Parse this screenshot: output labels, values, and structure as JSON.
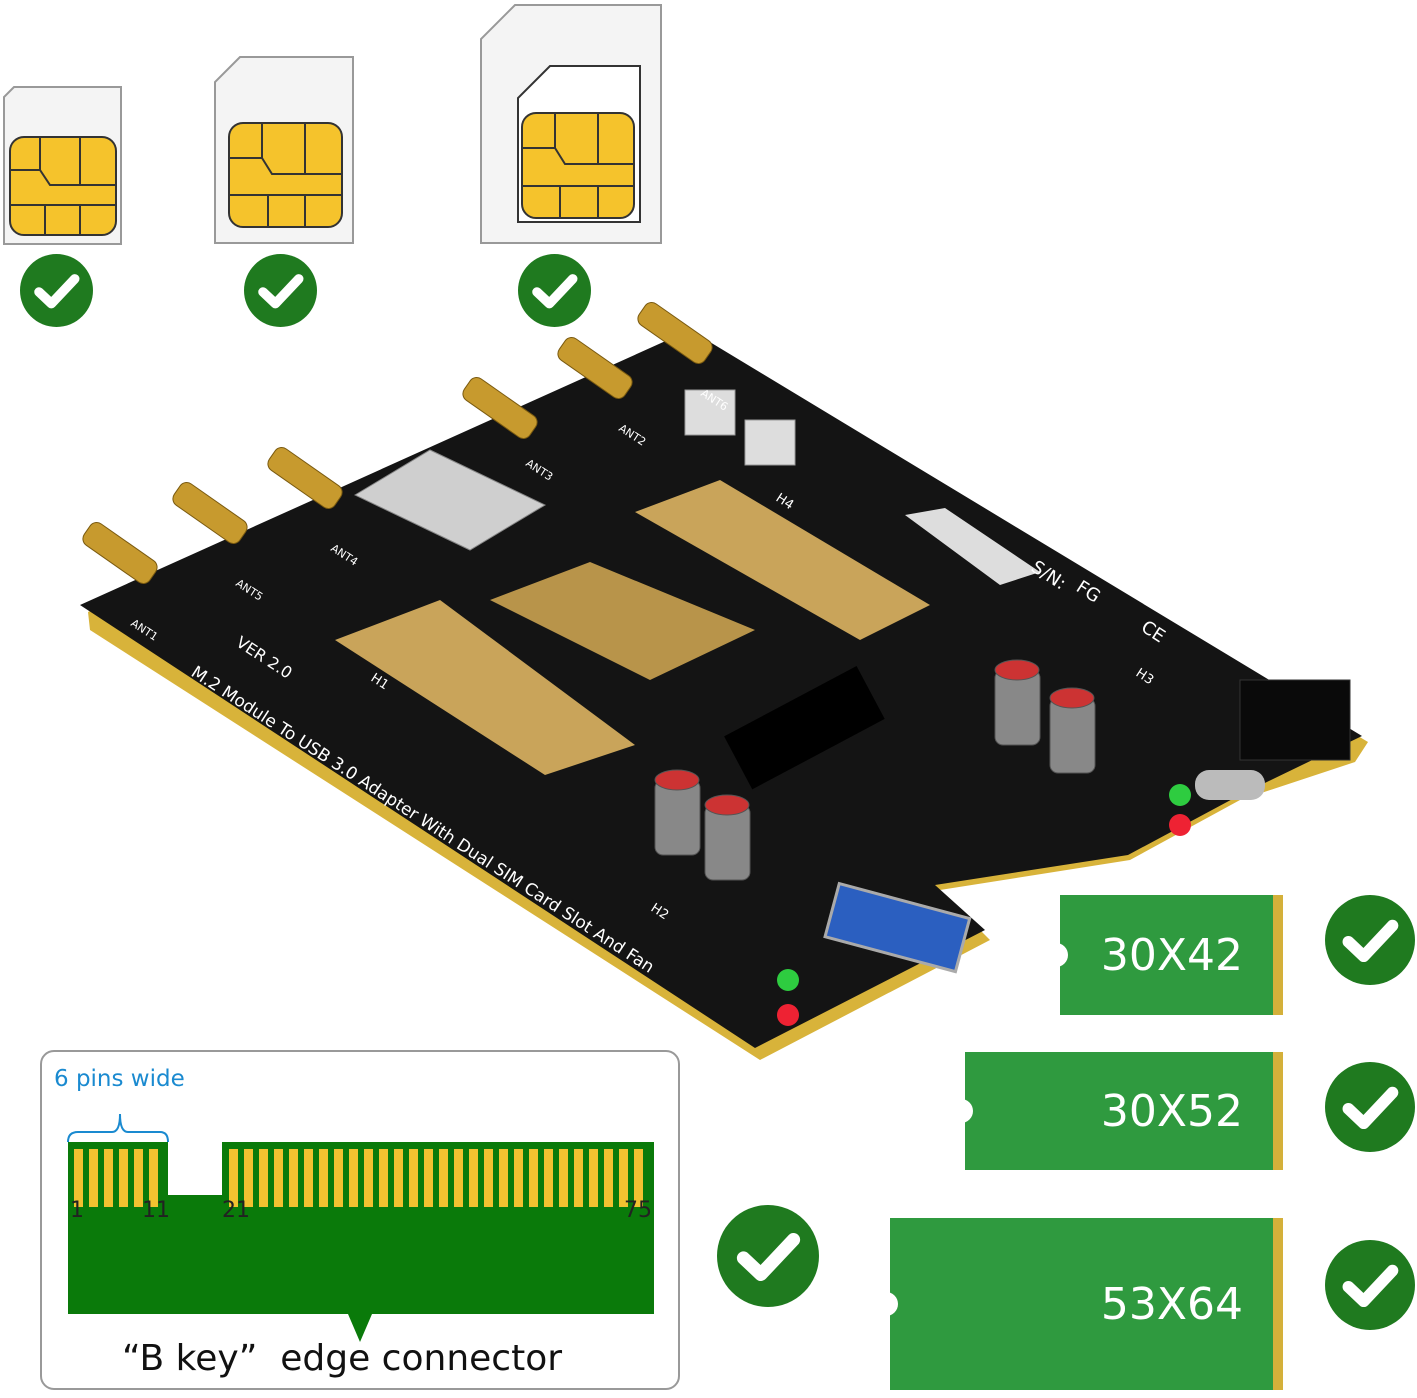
{
  "sim_cards": [
    {
      "size": "mini",
      "supported": true
    },
    {
      "size": "micro",
      "supported": true
    },
    {
      "size": "nano",
      "supported": true
    }
  ],
  "board": {
    "silkscreen_title": "M.2 Module To USB 3.0 Adapter With Dual SIM Card Slot And Fan",
    "version": "VER 2.0",
    "labels": [
      "ANT1",
      "ANT2",
      "ANT3",
      "ANT4",
      "ANT5",
      "ANT6",
      "H1",
      "H2",
      "H3",
      "H4",
      "CE",
      "FG",
      "S/N:"
    ]
  },
  "m2_sizes": [
    {
      "label": "30X42",
      "supported": true
    },
    {
      "label": "30X52",
      "supported": true
    },
    {
      "label": "53X64",
      "supported": true
    }
  ],
  "b_key": {
    "annotation": "6 pins wide",
    "pin_labels": [
      "1",
      "11",
      "21",
      "75"
    ],
    "caption": "“B key”  edge connector",
    "supported": true
  },
  "colors": {
    "check": "#1f7a1f",
    "pcb": "#111111",
    "gold": "#f2c230",
    "m2_green": "#2f9a3f",
    "connector_green": "#0a7a0a",
    "annotation_blue": "#1a8ad0"
  }
}
